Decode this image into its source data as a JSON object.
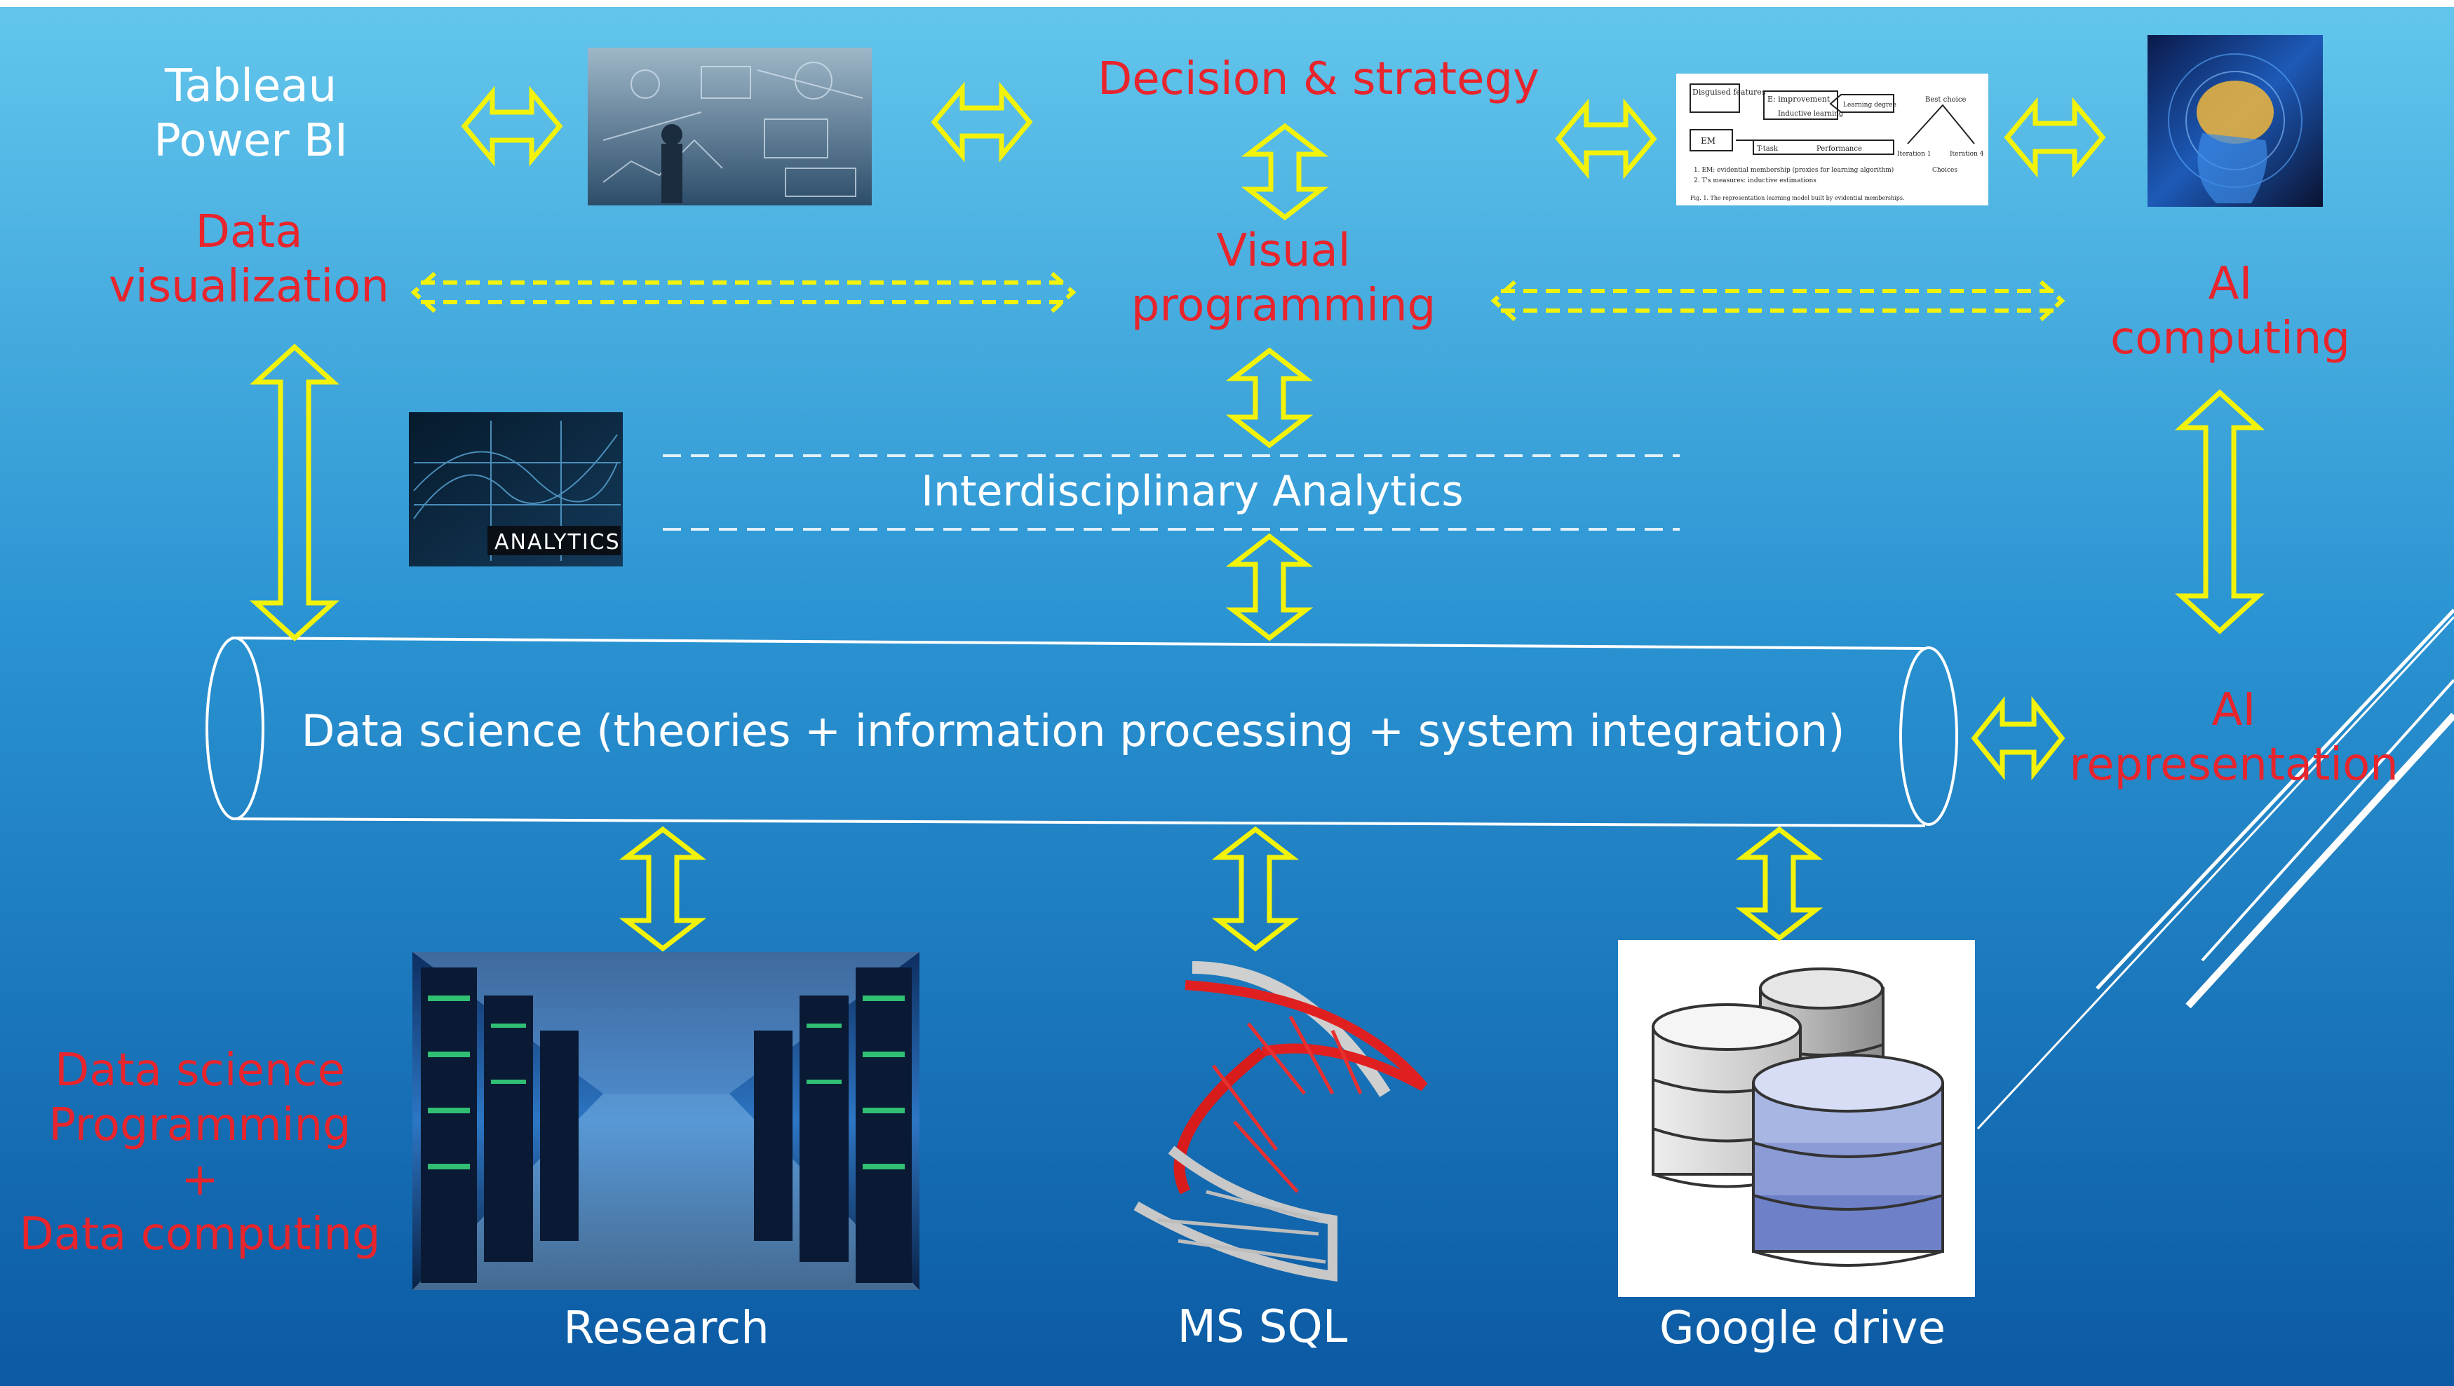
{
  "colors": {
    "bg_top": "#5dc2ea",
    "bg_bottom": "#0c5ea6",
    "arrow": "#f2f20a",
    "label_red": "#e8242c",
    "label_white": "#ffffff"
  },
  "labels": {
    "tableau": "Tableau",
    "power_bi": "Power BI",
    "data_viz_1": "Data",
    "data_viz_2": "visualization",
    "decision": "Decision & strategy",
    "visual_prog_1": "Visual",
    "visual_prog_2": "programming",
    "ai_computing_1": "AI",
    "ai_computing_2": "computing",
    "interdisciplinary": "Interdisciplinary Analytics",
    "analytics_badge": "ANALYTICS",
    "data_science_pipe": "Data science (theories + information processing + system integration)",
    "ai_repr_1": "AI",
    "ai_repr_2": "representation",
    "ds_prog_1": "Data science",
    "ds_prog_2": "Programming",
    "ds_prog_3": "+",
    "ds_prog_4": "Data computing",
    "research": "Research",
    "ms_sql": "MS SQL",
    "google_drive": "Google drive"
  },
  "paper_figure": {
    "box_1": "Disguised features",
    "box_em": "EM",
    "box_improvement": "E: improvement",
    "box_inductive": "Inductive learning",
    "box_learning_degree": "Learning degree",
    "label_t": "T-task",
    "label_performance": "Performance",
    "label_best": "Best choice",
    "label_iter1": "Iteration 1",
    "label_iter4": "Iteration 4",
    "label_choices": "Choices",
    "note_1": "1. EM: evidential membership (proxies for learning algorithm)",
    "note_2": "2. T's measures: inductive estimations",
    "caption": "Fig. 1. The representation learning model built by evidential memberships."
  }
}
